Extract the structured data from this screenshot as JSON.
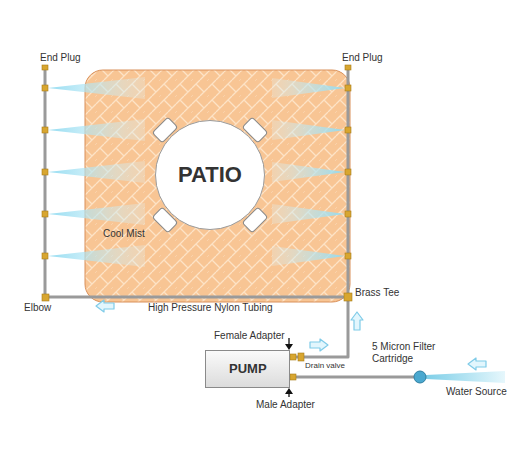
{
  "diagram": {
    "nodes": [
      {
        "text": [
          "Cool Mist"
        ]
      },
      {
        "text": [
          "PATIO"
        ],
        "in": 0
      },
      {
        "text": [
          "PUMP"
        ]
      }
    ],
    "labels": [
      "End Plug",
      "End Plug",
      "Elbow",
      "High Pressure Nylon Tubing",
      "Brass Tee",
      "Female Adapter",
      "Drain valve",
      "5 Micron Filter Cartridge",
      "Male Adapter",
      "Water Source"
    ]
  }
}
